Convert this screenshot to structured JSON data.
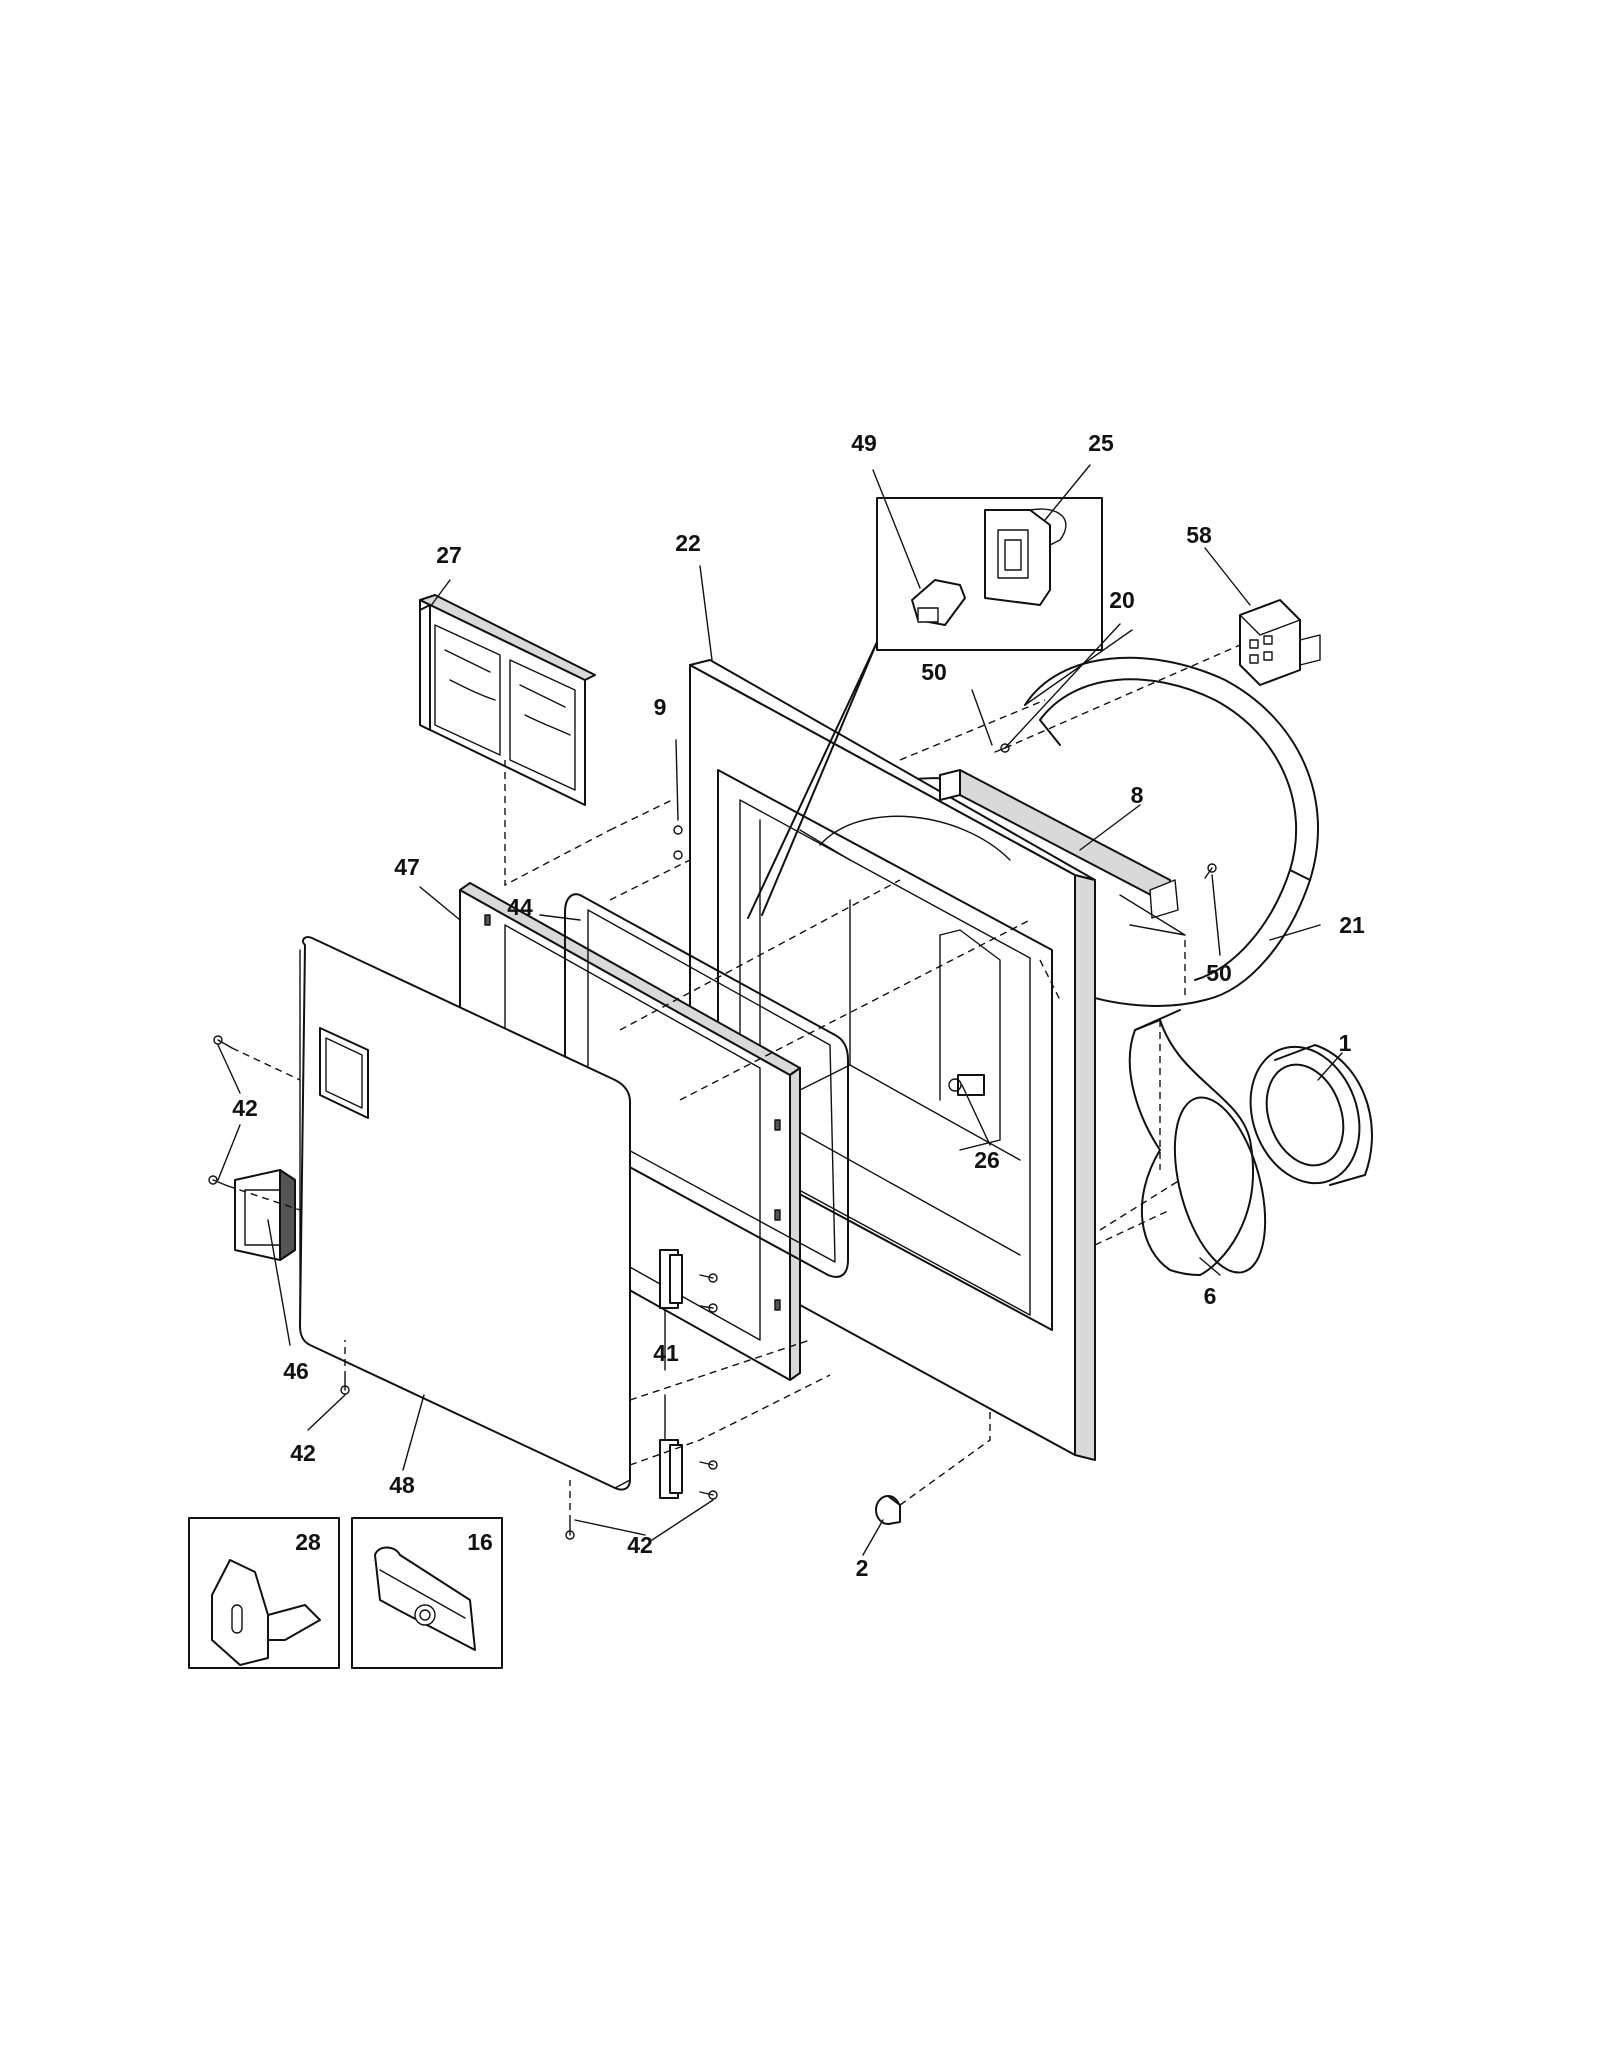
{
  "diagram": {
    "callouts": {
      "c1": "1",
      "c2": "2",
      "c6": "6",
      "c8": "8",
      "c9": "9",
      "c16": "16",
      "c20": "20",
      "c21": "21",
      "c22": "22",
      "c25": "25",
      "c26": "26",
      "c27": "27",
      "c28": "28",
      "c41": "41",
      "c42a": "42",
      "c42b": "42",
      "c42c": "42",
      "c44": "44",
      "c46": "46",
      "c47": "47",
      "c48": "48",
      "c49": "49",
      "c50a": "50",
      "c50b": "50",
      "c58": "58"
    }
  }
}
